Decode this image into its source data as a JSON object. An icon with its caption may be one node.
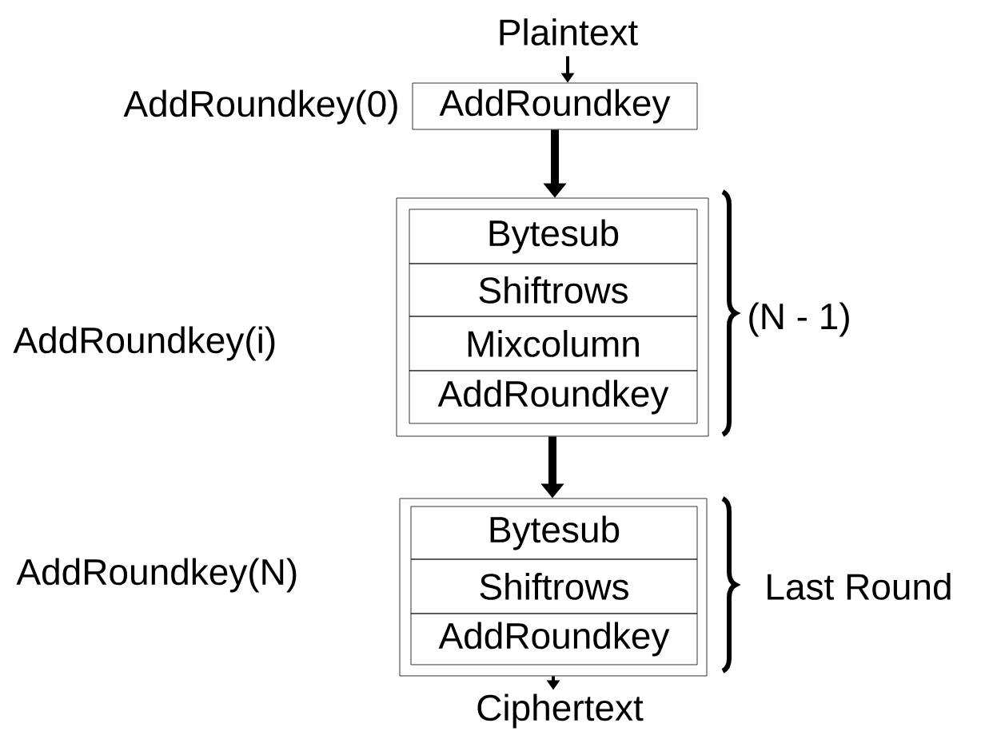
{
  "diagram": {
    "nodes": [
      {
        "text": [
          "Plaintext"
        ]
      },
      {
        "text": [
          "AddRoundkey"
        ],
        "beside": [
          "AddRoundkey(0)"
        ]
      },
      {
        "text": [],
        "shape": "box",
        "beside": [
          "AddRoundkey(i)"
        ]
      },
      {
        "text": [
          "Bytesub"
        ],
        "in": 2
      },
      {
        "text": [
          "Shiftrows"
        ],
        "in": 2
      },
      {
        "text": [
          "Mixcolumn"
        ],
        "in": 2
      },
      {
        "text": [
          "AddRoundkey"
        ],
        "in": 2
      },
      {
        "text": [],
        "shape": "box",
        "beside": [
          "AddRoundkey(N)"
        ]
      },
      {
        "text": [
          "Bytesub"
        ],
        "in": 7
      },
      {
        "text": [
          "Shiftrows"
        ],
        "in": 7
      },
      {
        "text": [
          "AddRoundkey"
        ],
        "in": 7
      },
      {
        "text": [
          "Ciphertext"
        ]
      }
    ],
    "edges": [
      {
        "from": 0,
        "to": 1,
        "arrow": "to"
      },
      {
        "from": 1,
        "to": 2,
        "arrow": "to",
        "style": "thick"
      },
      {
        "from": 2,
        "to": 7,
        "arrow": "to",
        "style": "thick"
      },
      {
        "from": 7,
        "to": 11,
        "arrow": "to"
      }
    ],
    "labels": [
      "(N - 1)",
      "Last Round"
    ]
  }
}
